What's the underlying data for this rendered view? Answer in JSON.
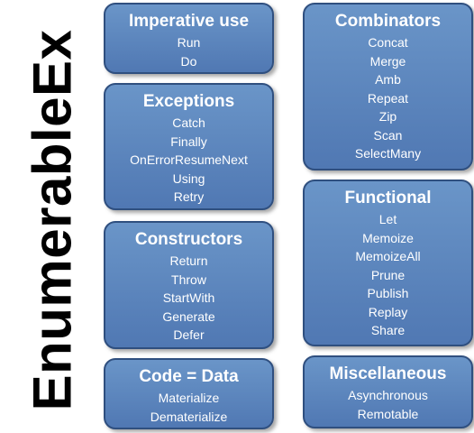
{
  "title": "EnumerableEx",
  "groups": {
    "imperative": {
      "heading": "Imperative use",
      "items": [
        "Run",
        "Do"
      ]
    },
    "exceptions": {
      "heading": "Exceptions",
      "items": [
        "Catch",
        "Finally",
        "OnErrorResumeNext",
        "Using",
        "Retry"
      ]
    },
    "constructors": {
      "heading": "Constructors",
      "items": [
        "Return",
        "Throw",
        "StartWith",
        "Generate",
        "Defer"
      ]
    },
    "codedata": {
      "heading": "Code = Data",
      "items": [
        "Materialize",
        "Dematerialize"
      ]
    },
    "combinators": {
      "heading": "Combinators",
      "items": [
        "Concat",
        "Merge",
        "Amb",
        "Repeat",
        "Zip",
        "Scan",
        "SelectMany"
      ]
    },
    "functional": {
      "heading": "Functional",
      "items": [
        "Let",
        "Memoize",
        "MemoizeAll",
        "Prune",
        "Publish",
        "Replay",
        "Share"
      ]
    },
    "misc": {
      "heading": "Miscellaneous",
      "items": [
        "Asynchronous",
        "Remotable"
      ]
    }
  }
}
